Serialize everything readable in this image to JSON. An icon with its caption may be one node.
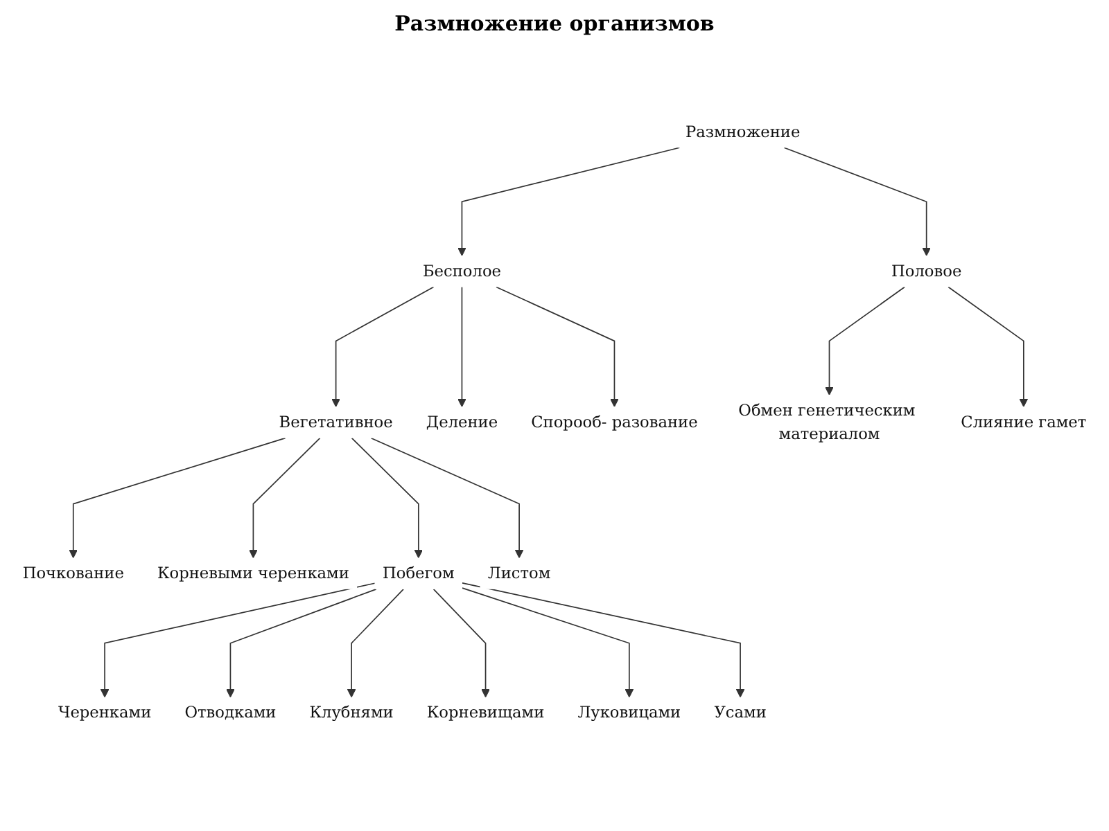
{
  "diagram": {
    "title": "Размножение организмов",
    "nodes": [
      {
        "text": [
          "Размножение"
        ]
      },
      {
        "text": [
          "Бесполое"
        ]
      },
      {
        "text": [
          "Вегетативное"
        ]
      },
      {
        "text": [
          "Половое"
        ]
      },
      {
        "text": [
          "Деление"
        ]
      },
      {
        "text": [
          "Спорооб- разование"
        ]
      },
      {
        "text": [
          "Почкование"
        ]
      },
      {
        "text": [
          "Корневыми черенками"
        ]
      },
      {
        "text": [
          "Побегом"
        ]
      },
      {
        "text": [
          "Листом"
        ]
      },
      {
        "text": [
          "Обмен генетическим материалом"
        ]
      },
      {
        "text": [
          "Слияние гамет"
        ]
      },
      {
        "text": [
          "Черенками"
        ]
      },
      {
        "text": [
          "Отводками"
        ]
      },
      {
        "text": [
          "Клубнями"
        ]
      },
      {
        "text": [
          "Корневищами"
        ]
      },
      {
        "text": [
          "Луковицами"
        ]
      },
      {
        "text": [
          "Усами"
        ]
      }
    ],
    "edges": [
      {
        "from": 0,
        "to": 1,
        "arrow": "to"
      },
      {
        "from": 0,
        "to": 3,
        "arrow": "to"
      },
      {
        "from": 1,
        "to": 2,
        "arrow": "to"
      },
      {
        "from": 1,
        "to": 4,
        "arrow": "to"
      },
      {
        "from": 1,
        "to": 5,
        "arrow": "to"
      },
      {
        "from": 2,
        "to": 6,
        "arrow": "to"
      },
      {
        "from": 2,
        "to": 7,
        "arrow": "to"
      },
      {
        "from": 2,
        "to": 8,
        "arrow": "to"
      },
      {
        "from": 2,
        "to": 9,
        "arrow": "to"
      },
      {
        "from": 3,
        "to": 10,
        "arrow": "to"
      },
      {
        "from": 3,
        "to": 11,
        "arrow": "to"
      },
      {
        "from": 8,
        "to": 12,
        "arrow": "to"
      },
      {
        "from": 8,
        "to": 13,
        "arrow": "to"
      },
      {
        "from": 8,
        "to": 14,
        "arrow": "to"
      },
      {
        "from": 8,
        "to": 15,
        "arrow": "to"
      },
      {
        "from": 8,
        "to": 16,
        "arrow": "to"
      },
      {
        "from": 8,
        "to": 17,
        "arrow": "to"
      }
    ]
  }
}
